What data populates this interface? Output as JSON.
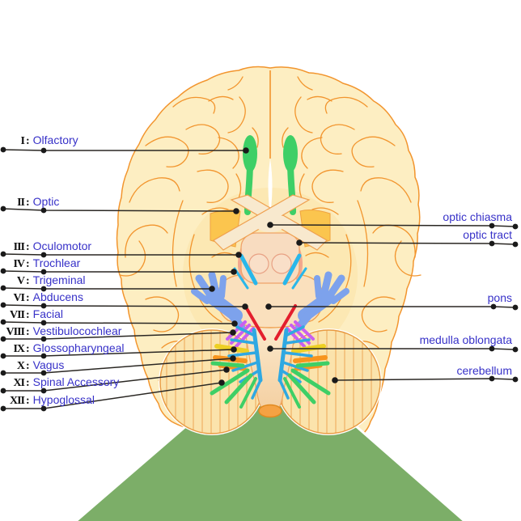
{
  "diagram": {
    "separator": ":",
    "left_labels": [
      {
        "numeral": "I",
        "name": "Olfactory"
      },
      {
        "numeral": "II",
        "name": "Optic"
      },
      {
        "numeral": "III",
        "name": "Oculomotor"
      },
      {
        "numeral": "IV",
        "name": "Trochlear"
      },
      {
        "numeral": "V",
        "name": "Trigeminal"
      },
      {
        "numeral": "VI",
        "name": "Abducens"
      },
      {
        "numeral": "VII",
        "name": "Facial"
      },
      {
        "numeral": "VIII",
        "name": "Vestibulocochlear"
      },
      {
        "numeral": "IX",
        "name": "Glossopharyngeal"
      },
      {
        "numeral": "X",
        "name": "Vagus"
      },
      {
        "numeral": "XI",
        "name": "Spinal Accessory"
      },
      {
        "numeral": "XII",
        "name": "Hypoglossal"
      }
    ],
    "right_labels": [
      "optic chiasma",
      "optic tract",
      "pons",
      "medulla oblongata",
      "cerebellum"
    ],
    "colors": {
      "label_text": "#3731C8",
      "numeral_text": "#111111",
      "leader_line": "#2A2723",
      "leader_dot": "#1A1A1A",
      "cerebrum_fill": "#FDEEC2",
      "cortex_outline": "#F2952E",
      "inner_tint": "#FAE0A2",
      "cerebellum_fill": "#FBE3AC",
      "cerebellum_stripe": "#EFAD5E",
      "pedestal_green": "#7CAE68",
      "brainstem_fill": "#FAE0BD",
      "chiasm_fill": "#F8E9CE",
      "gold_triangle": "#FBC54E",
      "spinal_tip_orange": "#F5A243",
      "olfactory_nerve_green": "#3ECF66",
      "oculomotor_trochlear_cyan": "#29B7EA",
      "trigeminal_blue": "#7DA2EC",
      "abducens_red": "#E31E2D",
      "facial_vestibulocochlear_magenta": "#C95FEF",
      "glossopharyngeal_yellow": "#EDD024",
      "vagus_orange": "#F7941E",
      "accessory_skyblue": "#2FA8E2",
      "hypoglossal_green": "#3ECF66"
    }
  }
}
